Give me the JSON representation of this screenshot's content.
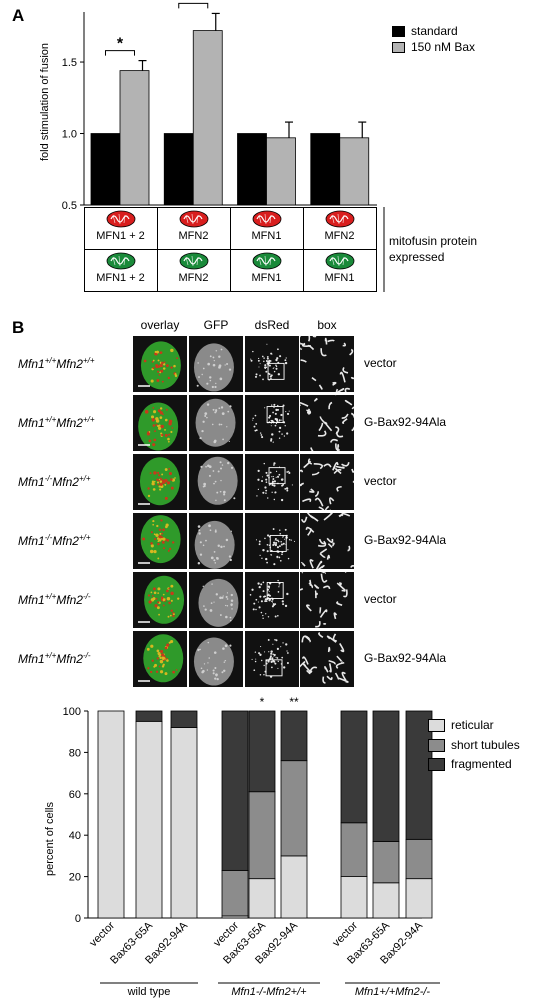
{
  "panelA": {
    "letter": "A",
    "chart_data": {
      "type": "bar",
      "ylabel": "fold stimulation of fusion",
      "ylim": [
        0.5,
        1.85
      ],
      "yticks": [
        "1.5",
        "1.0",
        "0.5"
      ],
      "groups": 4,
      "series": [
        {
          "name": "standard",
          "color": "#000000",
          "values": [
            1.0,
            1.0,
            1.0,
            1.0
          ],
          "errors": [
            0,
            0,
            0,
            0
          ]
        },
        {
          "name": "150 nM Bax",
          "color": "#b3b3b3",
          "values": [
            1.44,
            1.72,
            0.97,
            0.97
          ],
          "errors": [
            0.07,
            0.12,
            0.11,
            0.11
          ]
        }
      ],
      "significance": [
        {
          "group": 0,
          "label": "*"
        },
        {
          "group": 1,
          "label": "**"
        }
      ]
    },
    "table": {
      "row_red": [
        "MFN1 + 2",
        "MFN2",
        "MFN1",
        "MFN2"
      ],
      "row_green": [
        "MFN1 + 2",
        "MFN2",
        "MFN1",
        "MFN1"
      ],
      "side_label_1": "mitofusin protein",
      "side_label_2": "expressed"
    }
  },
  "panelB": {
    "letter": "B",
    "columns": [
      "overlay",
      "GFP",
      "dsRed",
      "box"
    ],
    "rows": [
      {
        "g1": "+/+",
        "g2": "+/+",
        "condition": "vector"
      },
      {
        "g1": "+/+",
        "g2": "+/+",
        "condition": "G-Bax92-94Ala"
      },
      {
        "g1": "-/-",
        "g2": "+/+",
        "condition": "vector"
      },
      {
        "g1": "-/-",
        "g2": "+/+",
        "condition": "G-Bax92-94Ala"
      },
      {
        "g1": "+/+",
        "g2": "-/-",
        "condition": "vector"
      },
      {
        "g1": "+/+",
        "g2": "-/-",
        "condition": "G-Bax92-94Ala"
      }
    ],
    "gene1": "Mfn1",
    "gene2": "Mfn2"
  },
  "panelC": {
    "chart_data": {
      "type": "bar",
      "stacked": true,
      "ylabel": "percent of cells",
      "ylim": [
        0,
        100
      ],
      "yticks": [
        "100",
        "80",
        "60",
        "40",
        "20",
        "0"
      ],
      "categories": [
        "vector",
        "Bax63-65A",
        "Bax92-94A",
        "vector",
        "Bax63-65A",
        "Bax92-94A",
        "vector",
        "Bax63-65A",
        "Bax92-94A"
      ],
      "series": [
        {
          "name": "reticular",
          "color": "#dcdcdc",
          "values": [
            100,
            95,
            92,
            1,
            19,
            30,
            20,
            17,
            19
          ]
        },
        {
          "name": "short tubules",
          "color": "#8c8c8c",
          "values": [
            0,
            0,
            0,
            22,
            42,
            46,
            26,
            20,
            19
          ]
        },
        {
          "name": "fragmented",
          "color": "#3a3a3a",
          "values": [
            0,
            5,
            8,
            77,
            39,
            24,
            54,
            63,
            62
          ]
        }
      ],
      "significance": [
        {
          "category": 4,
          "label": "*"
        },
        {
          "category": 5,
          "label": "**"
        }
      ],
      "group_labels": [
        {
          "text": "wild type",
          "italic": false
        },
        {
          "text": "Mfn1-/-Mfn2+/+",
          "italic": true
        },
        {
          "text": "Mfn1+/+Mfn2-/-",
          "italic": true
        }
      ]
    }
  }
}
